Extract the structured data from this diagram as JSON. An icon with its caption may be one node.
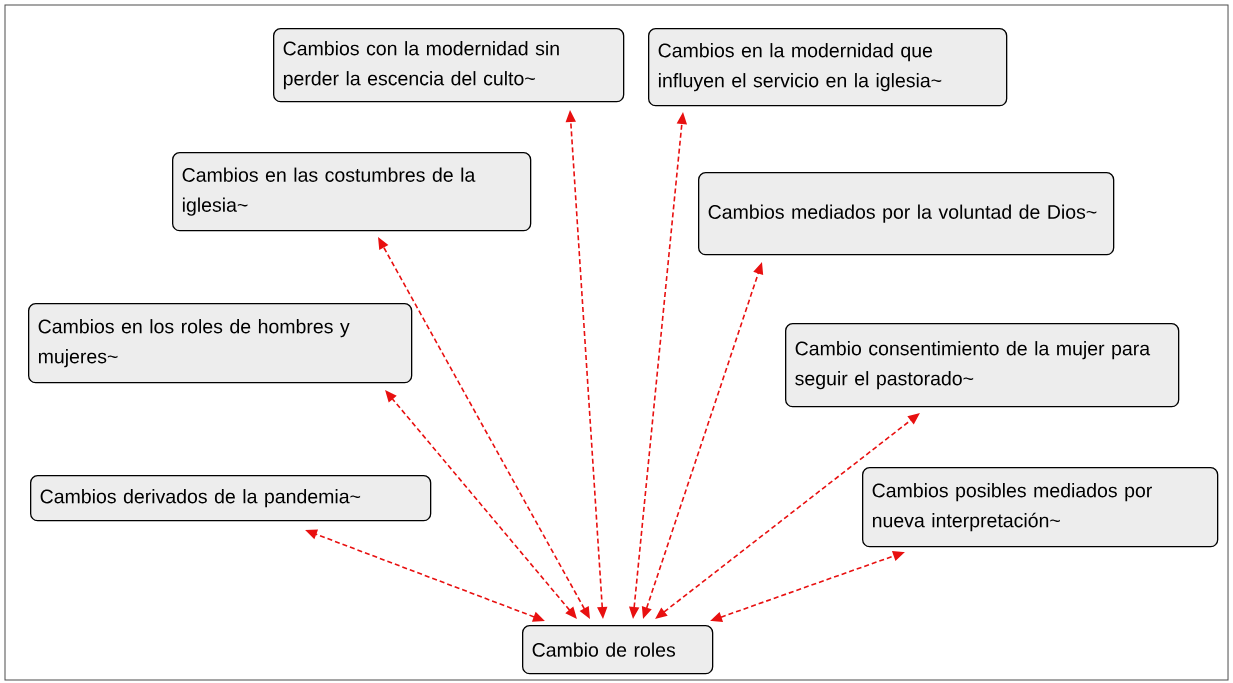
{
  "diagram": {
    "nodes": [
      {
        "text": [
          "Cambios con la modernidad sin perder la escencia del culto~"
        ]
      },
      {
        "text": [
          "Cambios en la modernidad que influyen el servicio en la iglesia~"
        ]
      },
      {
        "text": [
          "Cambios en las costumbres de la iglesia~"
        ]
      },
      {
        "text": [
          "Cambios mediados por la voluntad de Dios~"
        ]
      },
      {
        "text": [
          "Cambios en los roles de hombres y mujeres~"
        ]
      },
      {
        "text": [
          "Cambio consentimiento de la mujer para seguir el pastorado~"
        ]
      },
      {
        "text": [
          "Cambios derivados de la pandemia~"
        ]
      },
      {
        "text": [
          "Cambios posibles mediados por nueva interpretación~"
        ]
      },
      {
        "text": [
          "Cambio de roles"
        ]
      }
    ],
    "edges": [
      {
        "from": 8,
        "to": 0,
        "arrow": "both",
        "style": "dashed"
      },
      {
        "from": 8,
        "to": 1,
        "arrow": "both",
        "style": "dashed"
      },
      {
        "from": 8,
        "to": 2,
        "arrow": "both",
        "style": "dashed"
      },
      {
        "from": 8,
        "to": 3,
        "arrow": "both",
        "style": "dashed"
      },
      {
        "from": 8,
        "to": 4,
        "arrow": "both",
        "style": "dashed"
      },
      {
        "from": 8,
        "to": 5,
        "arrow": "both",
        "style": "dashed"
      },
      {
        "from": 8,
        "to": 6,
        "arrow": "both",
        "style": "dashed"
      },
      {
        "from": 8,
        "to": 7,
        "arrow": "both",
        "style": "dashed"
      }
    ]
  }
}
